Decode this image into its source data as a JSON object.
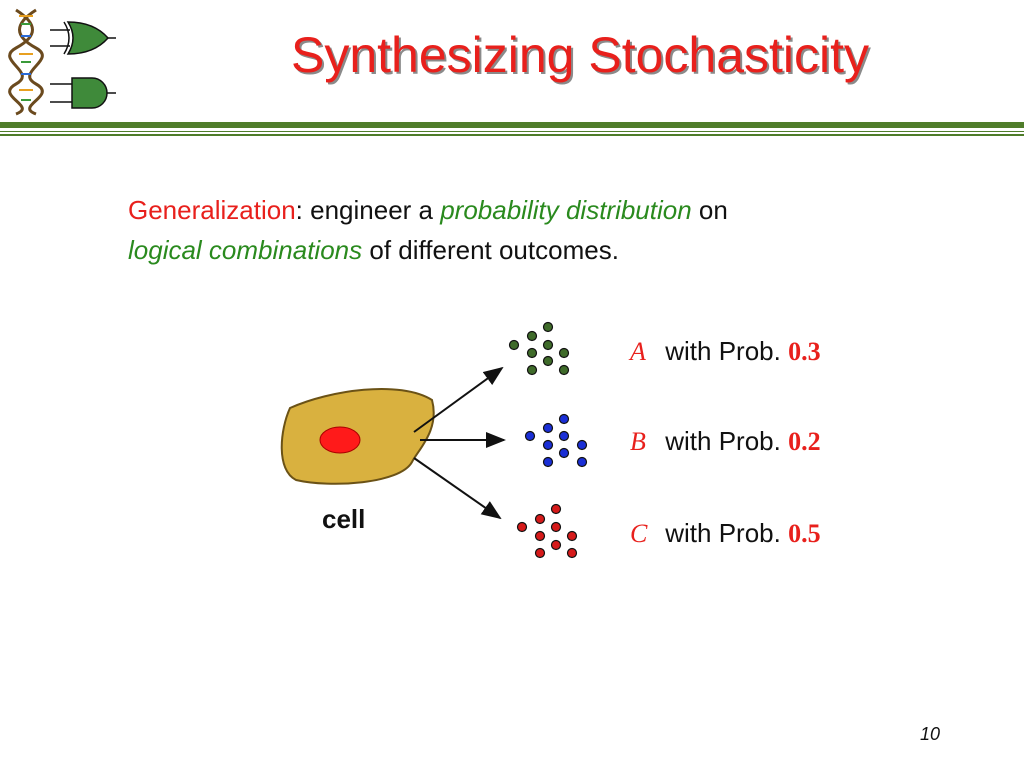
{
  "title": "Synthesizing Stochasticity",
  "logo": {
    "icon": "dna-logic-gates-logo"
  },
  "body": {
    "generalization_label": "Generalization",
    "colon": ":",
    "text_1": " engineer a ",
    "probability_distribution": "probability distribution",
    "text_2": " on",
    "logical_combinations": "logical combinations",
    "text_3": " of different outcomes."
  },
  "diagram": {
    "cell_label": "cell",
    "outcomes": [
      {
        "letter": "A",
        "label": "with Prob.",
        "prob": "0.3",
        "dot_color": "#3f6b2a"
      },
      {
        "letter": "B",
        "label": "with Prob.",
        "prob": "0.2",
        "dot_color": "#1a2fd6"
      },
      {
        "letter": "C",
        "label": "with Prob.",
        "prob": "0.5",
        "dot_color": "#d61a1a"
      }
    ]
  },
  "colors": {
    "title": "#e8201c",
    "rule": "#4f7d2a",
    "cell_fill": "#d9b13f",
    "nucleus": "#ff1a1a"
  },
  "page_number": "10"
}
